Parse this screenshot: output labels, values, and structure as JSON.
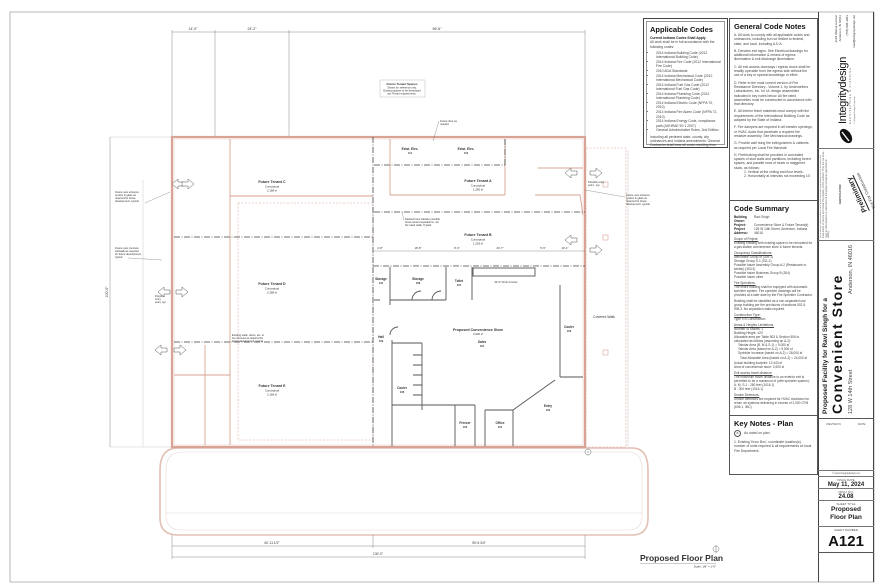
{
  "applicable_codes": {
    "title": "Applicable Codes",
    "subtitle": "Current Indiana Codes Shall Apply",
    "intro": "All work shall be in full accordance with the following codes:",
    "items": [
      "2014 Indiana Building Code (2012 International Building Code)",
      "2014 Indiana Fire Code (2012 International Fire Code)",
      "2010 ADA Standards",
      "2014 Indiana Mechanical Code (2012 International Mechanical Code)",
      "2014 Indiana Fuel Gas Code (2012 International Fuel Gas Code)",
      "2014 Indiana Plumbing Code (2012 International Plumbing Code)",
      "2014 Indiana Electric Code (NFPA 70, 2010)",
      "2014 Indiana Fire Alarm Code (NFPA 72, 2010)",
      "2014 Indiana Energy Code, compliance path (ASHRAE 90.1 2007)",
      "General Administrative Rules, 2nd Edition"
    ],
    "footer": "Including all pertinent state, county, city ordinances and Indiana amendments. General Contractor shall bear all costs resulting from any non compliance with code requirements."
  },
  "general_notes": {
    "title": "General Code Notes",
    "notes": [
      "A. All work to comply with all applicable codes and ordinances, including but not limited to federal, state, and local, including A.D.A.",
      "B. Denotes exit signs. See Electrical drawings for additional information & means of egress illumination & exit discharge illumination.",
      "C. All exit access doorways / egress doors shall be readily operable from the egress side without the use of a key or special knowledge or effort.",
      "D. Refer to the most current version of Fire Resistance Directory - Volume 1, by Underwriters Laboratories, Inc. for UL design assemblies indicated in key notes below. All fire rated assemblies must be constructed in accordance with that directory.",
      "E. All interior finish materials must comply with the requirements of the International Building Code as adopted by the State of Indiana.",
      "F. Fire dampers are required in all transfer openings, or HVAC ducts that penetrate a required fire resistive assembly. See Mechanical drawings.",
      "G. Provide wall hung fire extinguishers & cabinets as required per Local Fire Marshall.",
      "H. Fireblocking shall be provided in concealed spaces of stud walls and partitions, including furred spaces, and parallel rows of studs or staggered studs, as follows:"
    ],
    "subnotes": [
      "1. Vertical at the ceiling and floor levels.",
      "2. Horizontally at intervals not exceeding 10'."
    ]
  },
  "code_summary": {
    "title": "Code Summary",
    "fields": [
      {
        "label": "Building Owner:",
        "value": "Ravi Singh"
      },
      {
        "label": "Project:",
        "value": "Convenience Store & Future Tenant(s)"
      },
      {
        "label": "Project Address:",
        "value": "128 W 14th Street, Anderson, Indiana 46016"
      }
    ],
    "sections": [
      {
        "heading": "Scope of Project:",
        "lines": [
          "Existing building with existing space to be renovated for a gas station convenience store & future tenants."
        ]
      },
      {
        "heading": "Occupancy Classifications:",
        "lines": [
          "Mercantile Group M (309.1)",
          "Storage Group S-1 (311.2)",
          "Possible future Assembly Group A-2 (Restaurant or similar) (303.3)",
          "Possible future Business Group B (304)",
          "Possible future other"
        ]
      },
      {
        "heading": "Fire Sprinklers:",
        "lines": [
          "The entire building shall be equipped with automatic sprinkler system. Fire sprinkler drawings will be provided at a later date by the Fire Sprinkler Contractor.",
          "Building shall be classified as a non-separated use group building per the provisions of sections 502 & 508.3. No separation walls required."
        ]
      },
      {
        "heading": "Construction Type:",
        "lines": [
          "Type II B Construction"
        ]
      },
      {
        "heading": "Areas & Heights Limitations:",
        "lines": [
          "Number of Stories: 1",
          "Building Height: ±20'",
          "Allowable area per Table 503 & Section 506 is calculated as follows (assuming an A-2):",
          "Tabular Area (B, M & S-1) = 9,000 sf",
          "Tabular Area (based on A-2) = 9,500 sf",
          "Sprinkler Increase (based on A-2) = 28,000 sf",
          "Total Allowable Area (based on A-2) = 24,000 sf",
          "Actual building footprint: 13,443 sf",
          "Area of convenience store: 3,900 sf"
        ]
      },
      {
        "heading": "Exit access travel distance:",
        "lines": [
          "The maximum travel distance to an exterior exit is permitted to be a maximum of (with sprinkler system):",
          "A, M, S-1 : 250 feet (1016.1)",
          "B : 300 feet (1016.1)"
        ]
      },
      {
        "heading": "Smoke Detectors:",
        "lines": [
          "Smoke detectors are required for HVAC shutdown for return air systems delivering in excess of 2,000 CFM (606.1, IMC)"
        ]
      }
    ]
  },
  "key_notes": {
    "title": "Key Notes - Plan",
    "bubble": "a",
    "legend": "As noted on plan.",
    "notes": [
      "1. Existing 'Knox Box', coordinate location(s), number of units required & all requirements w/ local Fire Department."
    ]
  },
  "title_block": {
    "firm_address": [
      "3128 Walnut Avenue",
      "Anderson, IN 46011"
    ],
    "firm_phone": "(765) 808-3001",
    "firm_email": "mail@integritydesign.net",
    "logo_text": "Integritydesign",
    "logo_tagline": "ARCHITECTURE & PLANNING",
    "logo_caption": "© Integrity Design Company",
    "disclaimer": "All drawings, specifications and other documents prepared by the architect are instruments of service and remain the property of the architect. They are not to be used on other projects or extensions to this project except by agreement in writing.",
    "certification_label": "CERTIFICATION",
    "preliminary": "Preliminary",
    "not_for_construction": "Not For Construction",
    "project_line1": "Proposed Facility for Ravi Singh for a",
    "project_name": "Convenient Store",
    "project_street": "128 W 14th Street",
    "project_city": "Anderson, IN 46016",
    "revision_label": "REVISION",
    "date_label": "DATE",
    "copyright": "© www.integritydesign.net",
    "issue_date_label": "ISSUE DATE",
    "issue_date": "May 11, 2024",
    "proj_no_label": "PROJ. NO.",
    "proj_no": "24.08",
    "sheet_title_label": "SHEET TITLE",
    "sheet_title": "Proposed Floor Plan",
    "sheet_number_label": "SHEET NUMBER",
    "sheet_number": "A121"
  },
  "plan": {
    "title": "Proposed Floor Plan",
    "scale": "Scale: 1/8\" = 1'-0\"",
    "dims_top": [
      "14'-0\"",
      "24'-2\"",
      "96'-6\""
    ],
    "dims_bottom": [
      "60'-11 1/2\"",
      "59'-6 3/4\"",
      "130'-0\""
    ],
    "dim_left": "100'-0\"",
    "dims_store": [
      "4'-8\"",
      "18'-8\"",
      "8'-3\"",
      "20'-7\"",
      "5'-9\"",
      "10'-1\""
    ],
    "counter_dim": "20'-0\" Drink Counter",
    "tenants": [
      {
        "name": "Future Tenant C",
        "type": "Conceptual",
        "area": "2,188 sf"
      },
      {
        "name": "Future Tenant D",
        "type": "Conceptual",
        "area": "2,288 sf"
      },
      {
        "name": "Future Tenant E",
        "type": "Conceptual",
        "area": "2,168 sf"
      },
      {
        "name": "Future Tenant A",
        "type": "Conceptual",
        "area": "1,266 sf"
      },
      {
        "name": "Future Tenant B",
        "type": "Conceptual",
        "area": "1,218 sf"
      }
    ],
    "store": {
      "name": "Proposed Convenience Store",
      "area": "3,900 sf"
    },
    "rooms": [
      {
        "name": "Storage",
        "num": "110"
      },
      {
        "name": "Storage",
        "num": "108"
      },
      {
        "name": "Toilet",
        "num": "107"
      },
      {
        "name": "Hall",
        "num": "109"
      },
      {
        "name": "Sales",
        "num": "101"
      },
      {
        "name": "Cooler",
        "num": "102"
      },
      {
        "name": "Cooler",
        "num": "106"
      },
      {
        "name": "Freezer",
        "num": "105"
      },
      {
        "name": "Office",
        "num": "104"
      },
      {
        "name": "Entry",
        "num": "103"
      },
      {
        "name": "Exist. Elec.",
        "num": "111"
      },
      {
        "name": "Exist. Elec.",
        "num": "112"
      }
    ],
    "covered_walk": "Covered Walk",
    "notes": {
      "tenant_spaces_title": "Future Tenant Spaces",
      "tenant_spaces_body": [
        "Shown for reference only.",
        "Existing spaces to be developed",
        "per Tenant requirements."
      ],
      "future_door": [
        "Future door as",
        "needed"
      ],
      "dashed_lines": [
        "Dashed lines indicate possible",
        "future tenant separations, not",
        "fire rated walls, Typical"
      ],
      "possible_entry_right": [
        "Possible entry",
        "point - typ."
      ],
      "entrance_right": [
        "Future new entrance",
        "system & glass as",
        "required for future",
        "development, typical"
      ],
      "entrance_left": [
        "Future new entrance",
        "system & glass as",
        "required for future",
        "development, typical"
      ],
      "sidewalk_left": [
        "Future new concrete",
        "sidewalk as required",
        "for future development,",
        "typical"
      ],
      "possible_entry_left": [
        "Possible",
        "entry",
        "point, typ."
      ],
      "existing_walls": [
        "Existing walls, doors, etc. to",
        "be removed as required for",
        "future development, typical"
      ]
    },
    "key_bubble": "1",
    "colors": {
      "existing_wall": "#d8a394",
      "new_wall": "#555555",
      "dim": "#666666"
    }
  }
}
